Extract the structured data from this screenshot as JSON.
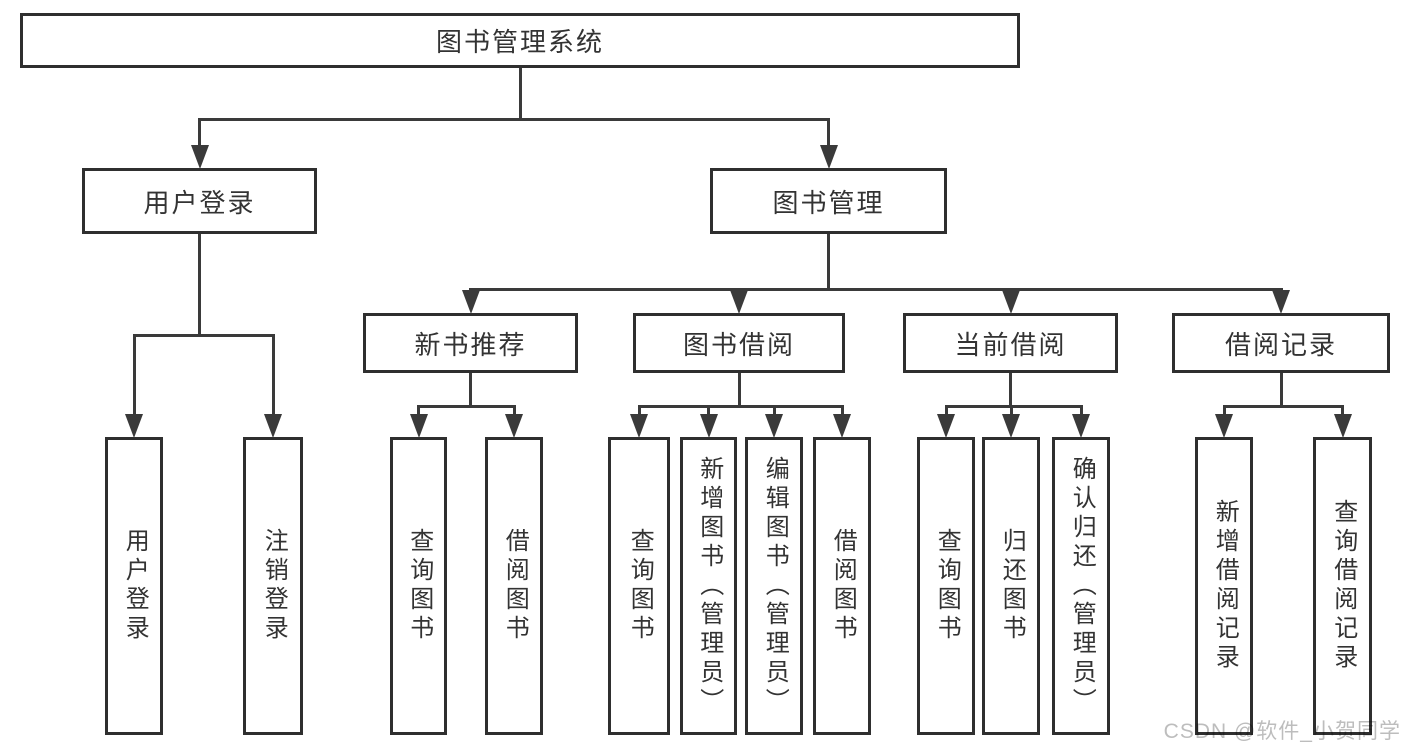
{
  "diagram": {
    "nodes": [
      {
        "id": "root",
        "label": "图书管理系统",
        "parent": null
      },
      {
        "id": "user-login",
        "label": "用户登录",
        "parent": "root"
      },
      {
        "id": "book-mgmt",
        "label": "图书管理",
        "parent": "root"
      },
      {
        "id": "new-book-rec",
        "label": "新书推荐",
        "parent": "book-mgmt"
      },
      {
        "id": "book-borrow",
        "label": "图书借阅",
        "parent": "book-mgmt"
      },
      {
        "id": "current-borrow",
        "label": "当前借阅",
        "parent": "book-mgmt"
      },
      {
        "id": "borrow-record",
        "label": "借阅记录",
        "parent": "book-mgmt"
      },
      {
        "id": "leaf-user-login",
        "label": "用户登录",
        "parent": "user-login"
      },
      {
        "id": "leaf-logout",
        "label": "注销登录",
        "parent": "user-login"
      },
      {
        "id": "leaf-query-book-new",
        "label": "查询图书",
        "parent": "new-book-rec"
      },
      {
        "id": "leaf-borrow-book-new",
        "label": "借阅图书",
        "parent": "new-book-rec"
      },
      {
        "id": "leaf-query-book-bor",
        "label": "查询图书",
        "parent": "book-borrow"
      },
      {
        "id": "leaf-add-book",
        "label": "新增图书（管理员）",
        "parent": "book-borrow"
      },
      {
        "id": "leaf-edit-book",
        "label": "编辑图书（管理员）",
        "parent": "book-borrow"
      },
      {
        "id": "leaf-borrow-book-bor",
        "label": "借阅图书",
        "parent": "book-borrow"
      },
      {
        "id": "leaf-query-book-cur",
        "label": "查询图书",
        "parent": "current-borrow"
      },
      {
        "id": "leaf-return-book",
        "label": "归还图书",
        "parent": "current-borrow"
      },
      {
        "id": "leaf-confirm-return",
        "label": "确认归还（管理员）",
        "parent": "current-borrow"
      },
      {
        "id": "leaf-add-record",
        "label": "新增借阅记录",
        "parent": "borrow-record"
      },
      {
        "id": "leaf-query-record",
        "label": "查询借阅记录",
        "parent": "borrow-record"
      }
    ]
  },
  "watermark": {
    "text": "CSDN @软件_小贺同学"
  },
  "colors": {
    "line": "#3a3a3a",
    "box_border": "#2f2f2f",
    "text": "#333333",
    "background": "#ffffff",
    "watermark": "#bdbdbd"
  }
}
